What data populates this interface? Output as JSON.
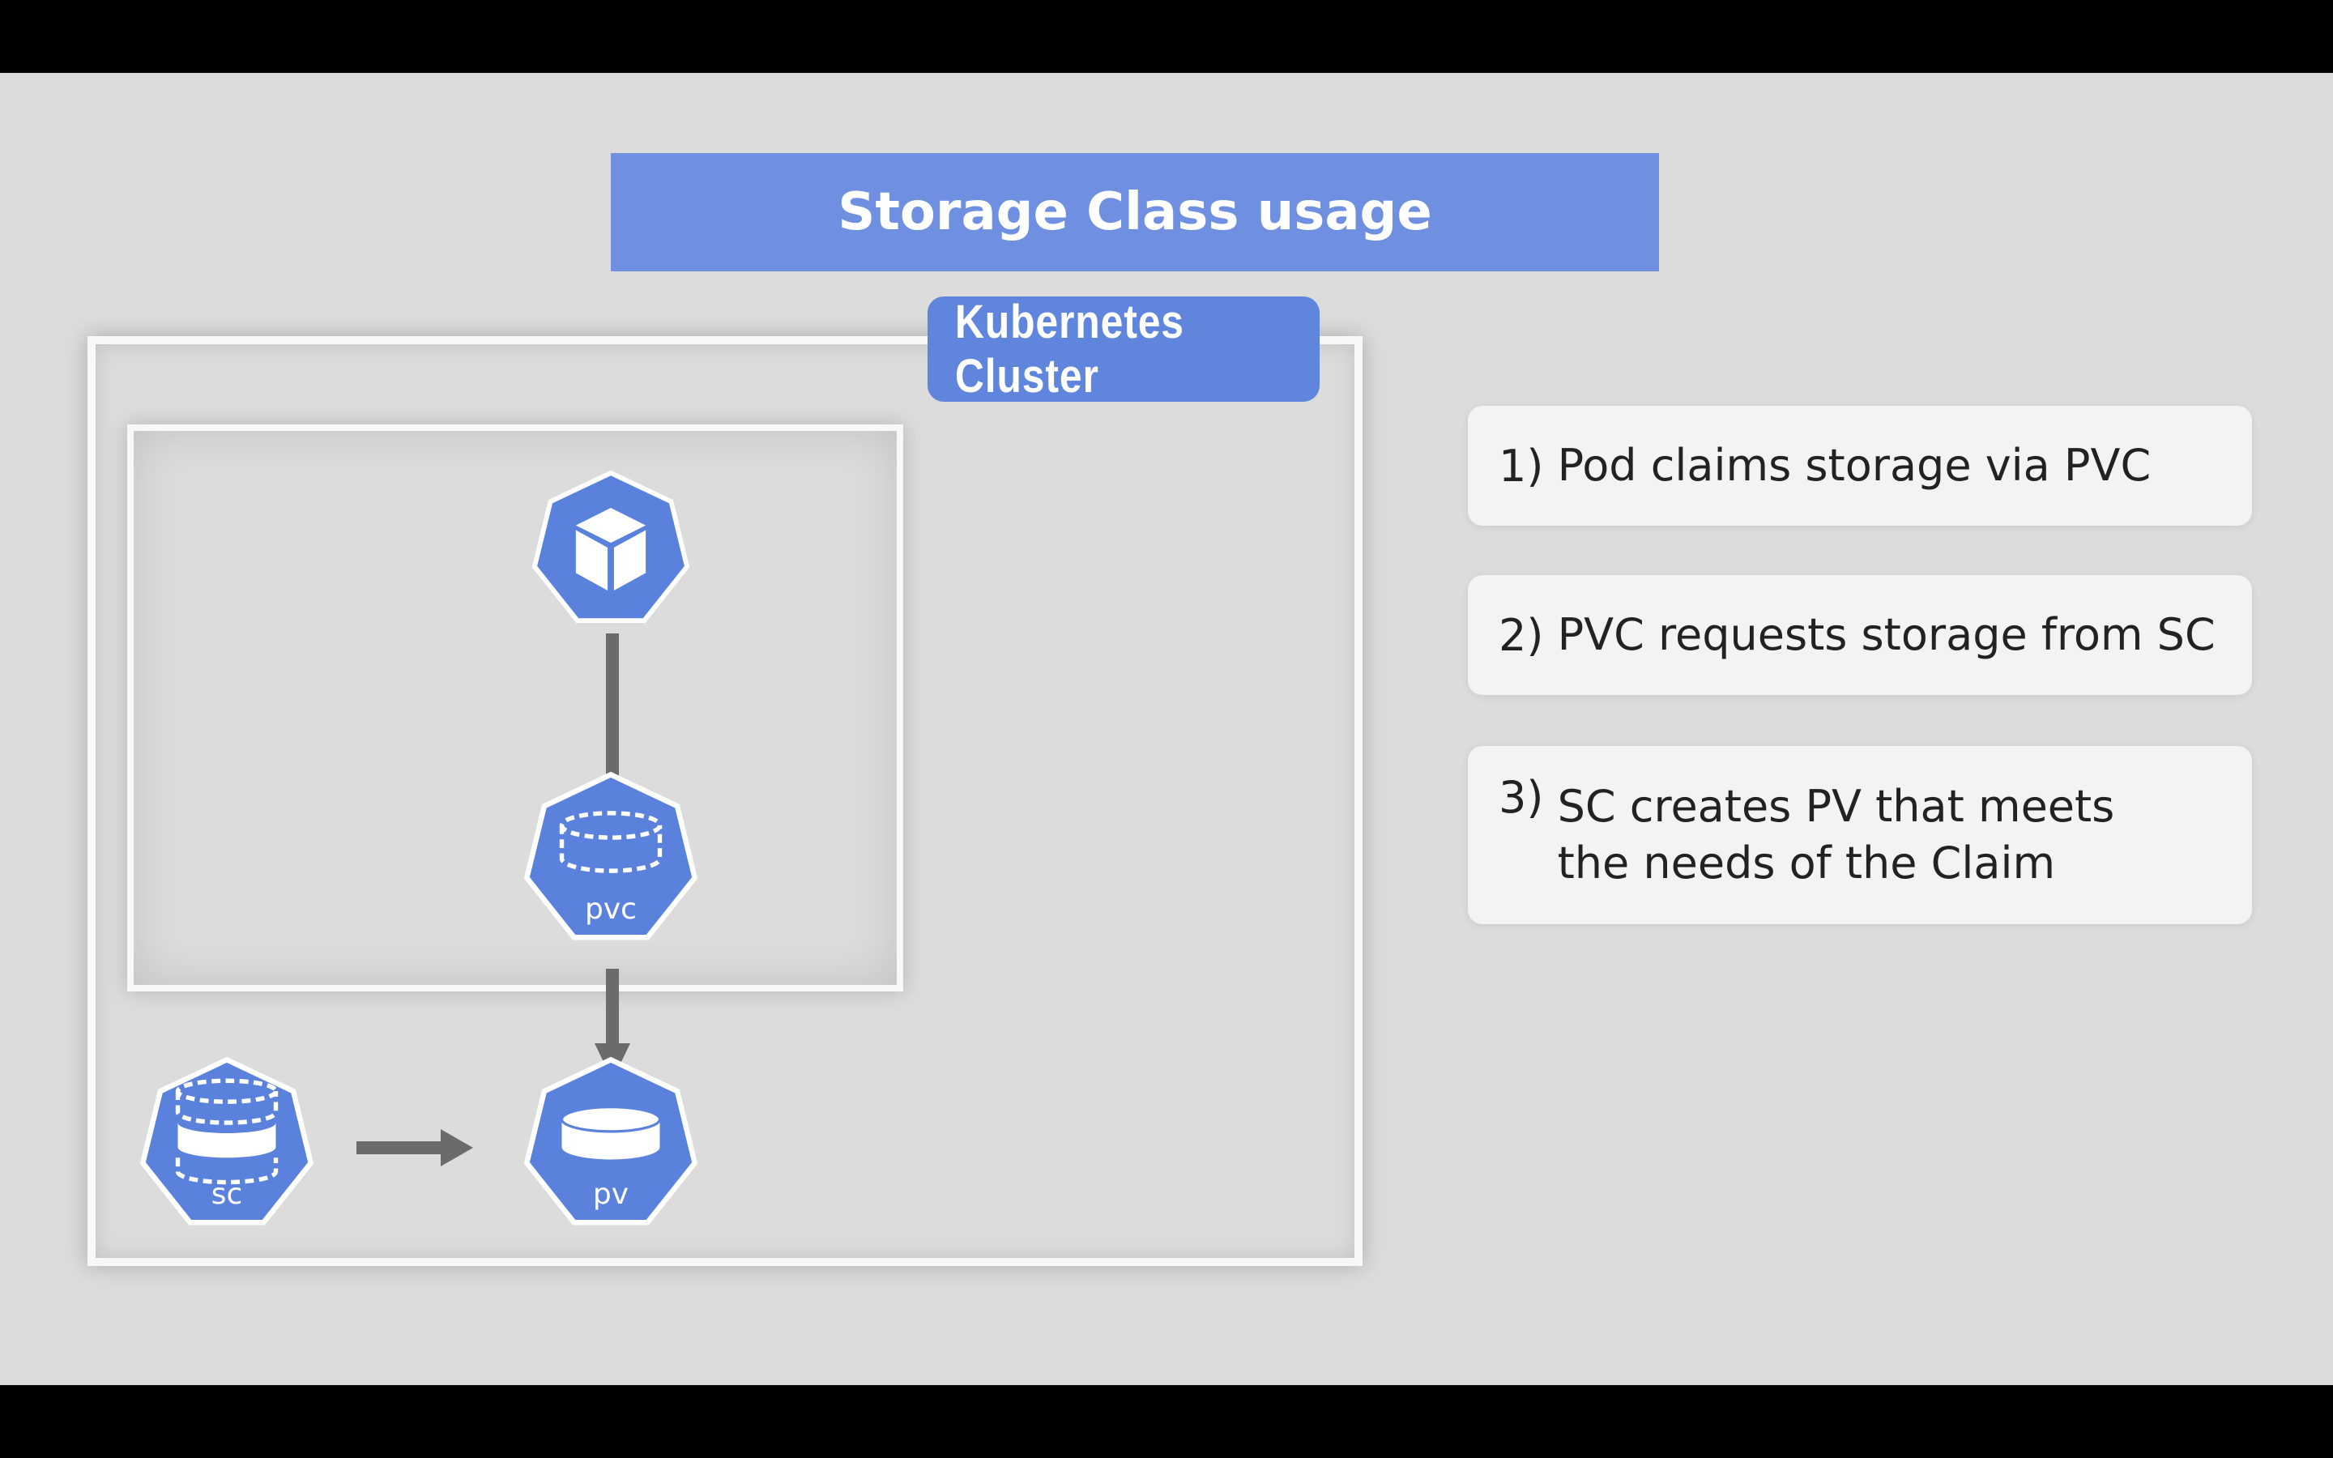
{
  "slide": {
    "title": "Storage Class usage",
    "cluster_label": "Kubernetes Cluster",
    "colors": {
      "banner": "#6f8fe0",
      "cluster_label": "#5f86dc",
      "icon": "#5a82dc",
      "arrow": "#6b6b6b",
      "background": "#dcdcdc"
    }
  },
  "diagram": {
    "pod": {
      "icon": "cube-icon"
    },
    "pvc": {
      "label": "pvc",
      "icon": "dashed-cylinder-icon"
    },
    "pv": {
      "label": "pv",
      "icon": "cylinder-icon"
    },
    "sc": {
      "label": "sc",
      "icon": "stacked-cylinders-icon"
    }
  },
  "steps": [
    {
      "num": "1)",
      "text": "Pod claims storage via PVC"
    },
    {
      "num": "2)",
      "text": "PVC requests storage from SC"
    },
    {
      "num": "3)",
      "text": "SC creates PV that meets the needs of the Claim"
    }
  ]
}
